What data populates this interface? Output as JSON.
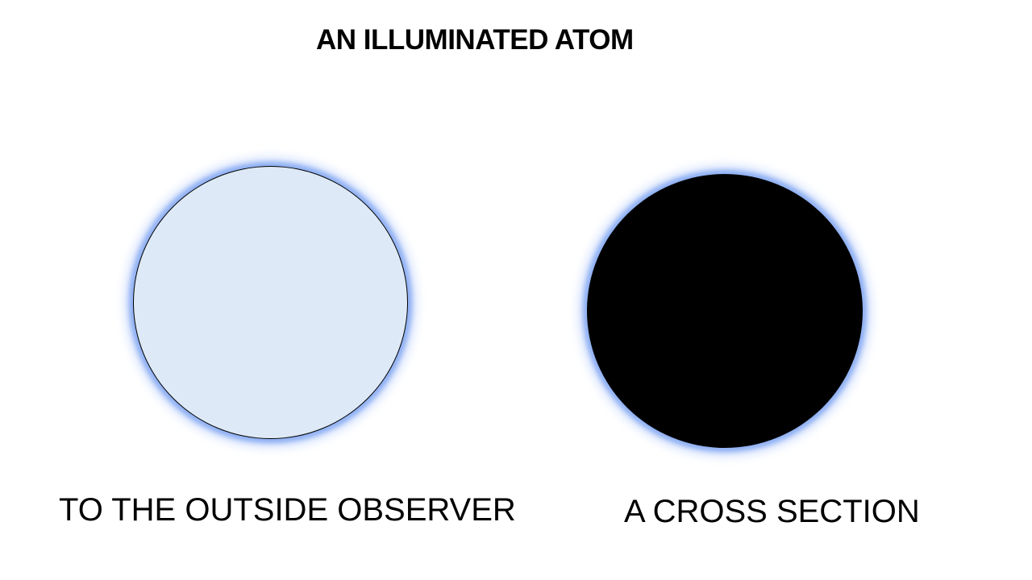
{
  "slide": {
    "title": "AN ILLUMINATED ATOM",
    "left_panel": {
      "caption": "TO THE OUTSIDE OBSERVER",
      "fill_color": "#dde9f6",
      "glow_color": "#8fb0f3"
    },
    "right_panel": {
      "caption": "A CROSS SECTION",
      "fill_color": "#000000",
      "glow_color": "#8fb0f3"
    }
  }
}
